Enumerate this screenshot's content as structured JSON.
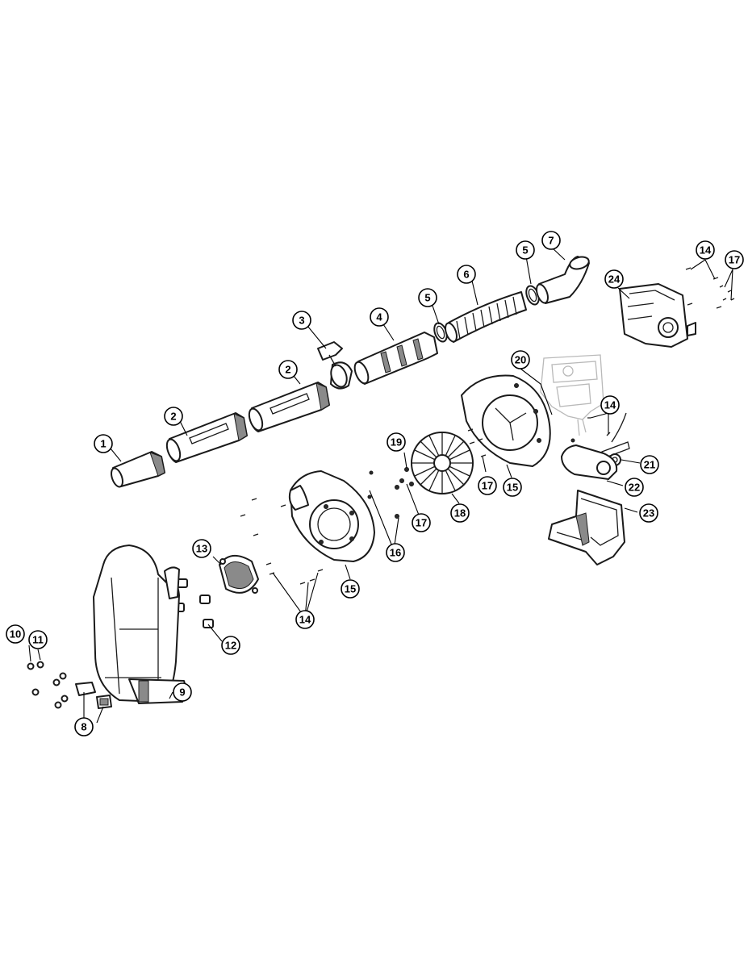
{
  "callouts": [
    {
      "id": "c1",
      "label": "1"
    },
    {
      "id": "c2a",
      "label": "2"
    },
    {
      "id": "c2b",
      "label": "2"
    },
    {
      "id": "c3",
      "label": "3"
    },
    {
      "id": "c4",
      "label": "4"
    },
    {
      "id": "c5a",
      "label": "5"
    },
    {
      "id": "c5b",
      "label": "5"
    },
    {
      "id": "c6",
      "label": "6"
    },
    {
      "id": "c7",
      "label": "7"
    },
    {
      "id": "c8",
      "label": "8"
    },
    {
      "id": "c9",
      "label": "9"
    },
    {
      "id": "c10",
      "label": "10"
    },
    {
      "id": "c11",
      "label": "11"
    },
    {
      "id": "c12",
      "label": "12"
    },
    {
      "id": "c13",
      "label": "13"
    },
    {
      "id": "c14a",
      "label": "14"
    },
    {
      "id": "c14b",
      "label": "14"
    },
    {
      "id": "c14c",
      "label": "14"
    },
    {
      "id": "c15a",
      "label": "15"
    },
    {
      "id": "c15b",
      "label": "15"
    },
    {
      "id": "c16",
      "label": "16"
    },
    {
      "id": "c17a",
      "label": "17"
    },
    {
      "id": "c17b",
      "label": "17"
    },
    {
      "id": "c17c",
      "label": "17"
    },
    {
      "id": "c18",
      "label": "18"
    },
    {
      "id": "c19",
      "label": "19"
    },
    {
      "id": "c20",
      "label": "20"
    },
    {
      "id": "c21",
      "label": "21"
    },
    {
      "id": "c22",
      "label": "22"
    },
    {
      "id": "c23",
      "label": "23"
    },
    {
      "id": "c24",
      "label": "24"
    }
  ]
}
